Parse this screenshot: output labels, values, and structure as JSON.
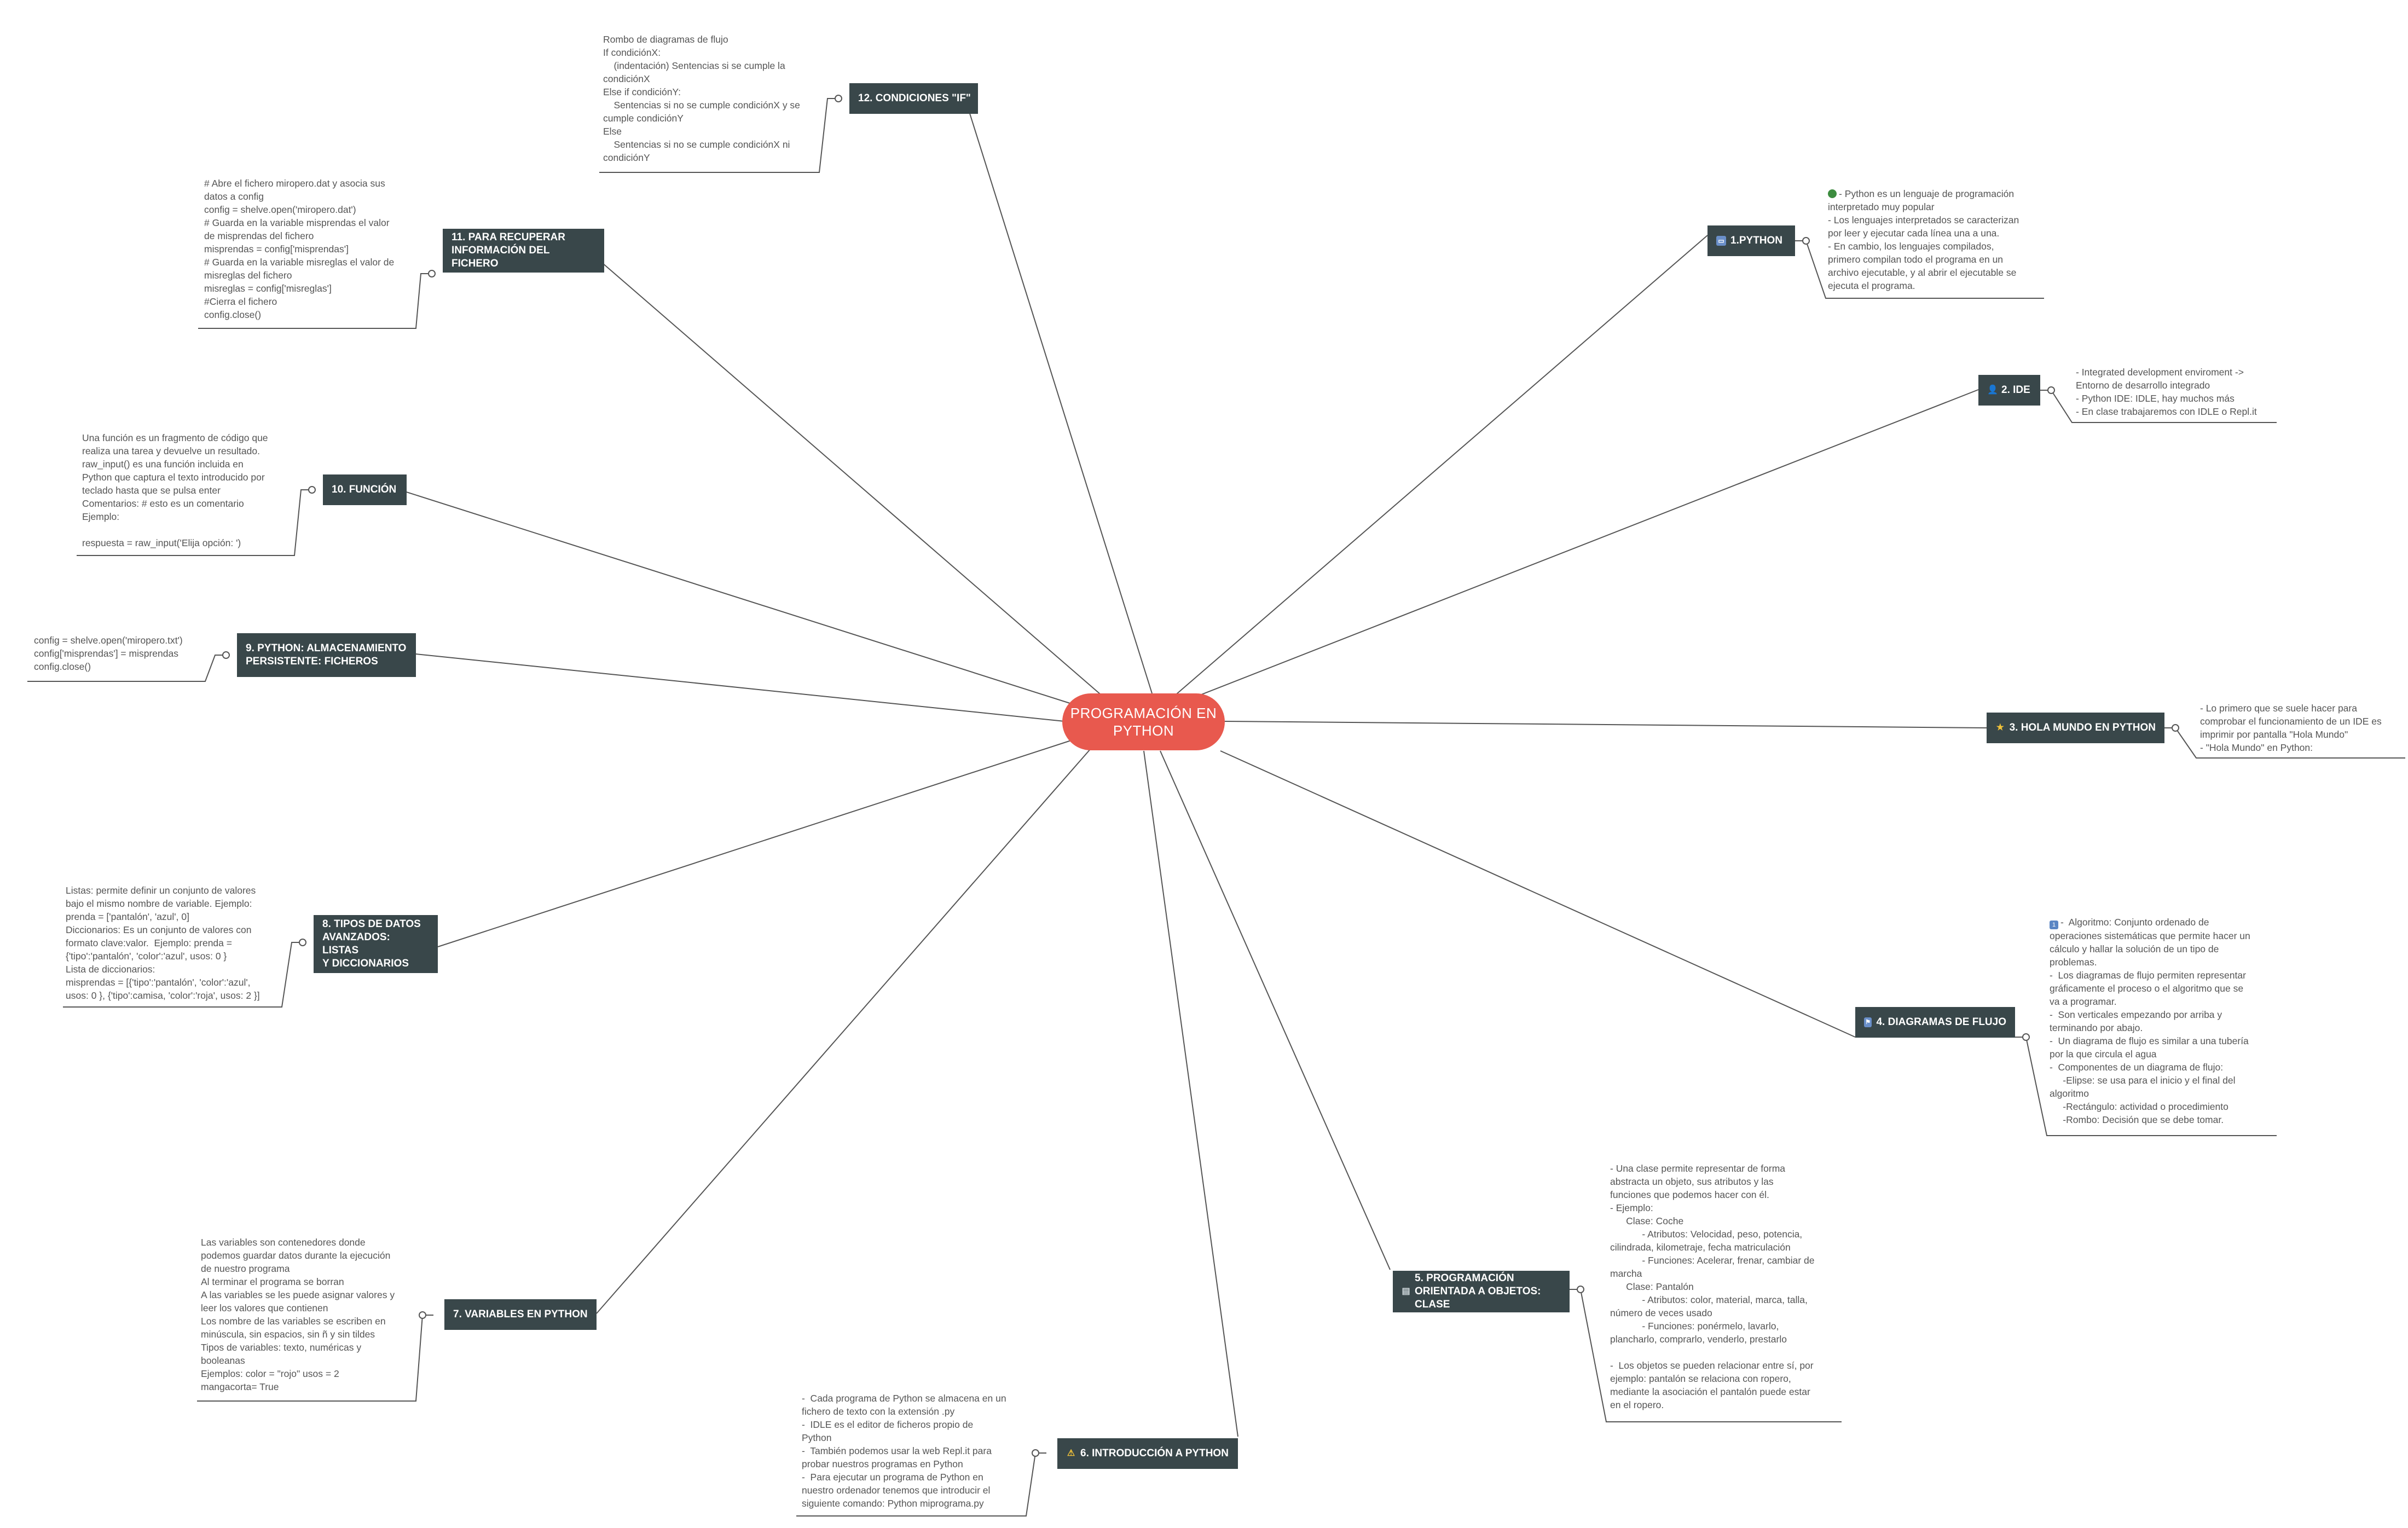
{
  "central": {
    "label": "PROGRAMACIÓN EN\nPYTHON",
    "color": "#e8594e"
  },
  "topic_color": "#39474a",
  "topics": [
    {
      "id": "python",
      "icon": "screen-icon",
      "label": "1.PYTHON",
      "note": "- Python es un lenguaje de programación\ninterpretado muy popular\n- Los lenguajes interpretados se caracterizan\npor leer y ejecutar cada línea una a una.\n- En cambio, los lenguajes compilados,\nprimero compilan todo el programa en un\narchivo ejecutable, y al abrir el ejecutable se\nejecuta el programa."
    },
    {
      "id": "ide",
      "icon": "person-icon",
      "label": "2. IDE",
      "note": "- Integrated development enviroment ->\nEntorno de desarrollo integrado\n- Python IDE: IDLE, hay muchos más\n- En clase trabajaremos con IDLE o Repl.it"
    },
    {
      "id": "hola",
      "icon": "star-icon",
      "label": "3. HOLA MUNDO EN PYTHON",
      "note": "- Lo primero que se suele hacer para\ncomprobar el funcionamiento de un IDE es\nimprimir por pantalla \"Hola Mundo\"\n- \"Hola Mundo\" en Python:"
    },
    {
      "id": "diagramas",
      "icon": "flag-icon",
      "label": "4. DIAGRAMAS DE FLUJO",
      "note": "-  Algoritmo: Conjunto ordenado de\noperaciones sistemáticas que permite hacer un\ncálculo y hallar la solución de un tipo de\nproblemas.\n-  Los diagramas de flujo permiten representar\ngráficamente el proceso o el algoritmo que se\nva a programar.\n-  Son verticales empezando por arriba y\nterminando por abajo.\n-  Un diagrama de flujo es similar a una tubería\npor la que circula el agua\n-  Componentes de un diagrama de flujo:\n     -Elipse: se usa para el inicio y el final del\nalgoritmo\n     -Rectángulo: actividad o procedimiento\n     -Rombo: Decisión que se debe tomar."
    },
    {
      "id": "poo",
      "icon": "document-icon",
      "label": "5. PROGRAMACIÓN\nORIENTADA A OBJETOS: CLASE",
      "note": "- Una clase permite representar de forma\nabstracta un objeto, sus atributos y las\nfunciones que podemos hacer con él.\n- Ejemplo:\n      Clase: Coche\n            - Atributos: Velocidad, peso, potencia,\ncilindrada, kilometraje, fecha matriculación\n            - Funciones: Acelerar, frenar, cambiar de\nmarcha\n      Clase: Pantalón\n            - Atributos: color, material, marca, talla,\nnúmero de veces usado\n            - Funciones: ponérmelo, lavarlo,\nplancharlo, comprarlo, venderlo, prestarlo\n\n-  Los objetos se pueden relacionar entre sí, por\nejemplo: pantalón se relaciona con ropero,\nmediante la asociación el pantalón puede estar\nen el ropero."
    },
    {
      "id": "intro",
      "icon": "warning-icon",
      "label": "6. INTRODUCCIÓN A PYTHON",
      "note": "-  Cada programa de Python se almacena en un\nfichero de texto con la extensión .py\n-  IDLE es el editor de ficheros propio de\nPython\n-  También podemos usar la web Repl.it para\nprobar nuestros programas en Python\n-  Para ejecutar un programa de Python en\nnuestro ordenador tenemos que introducir el\nsiguiente comando: Python miprograma.py"
    },
    {
      "id": "variables",
      "icon": "",
      "label": "7. VARIABLES EN PYTHON",
      "note": "Las variables son contenedores donde\npodemos guardar datos durante la ejecución\nde nuestro programa\nAl terminar el programa se borran\nA las variables se les puede asignar valores y\nleer los valores que contienen\nLos nombre de las variables se escriben en\nminúscula, sin espacios, sin ñ y sin tildes\nTipos de variables: texto, numéricas y\nbooleanas\nEjemplos: color = \"rojo\" usos = 2\nmangacorta= True"
    },
    {
      "id": "tipos",
      "icon": "",
      "label": "8. TIPOS DE DATOS\nAVANZADOS: LISTAS\nY DICCIONARIOS",
      "note": "Listas: permite definir un conjunto de valores\nbajo el mismo nombre de variable. Ejemplo:\nprenda = ['pantalón', 'azul', 0]\nDiccionarios: Es un conjunto de valores con\nformato clave:valor.  Ejemplo: prenda =\n{'tipo':'pantalón', 'color':'azul', usos: 0 }\nLista de diccionarios:\nmisprendas = [{'tipo':'pantalón', 'color':'azul',\nusos: 0 }, {'tipo':camisa, 'color':'roja', usos: 2 }]"
    },
    {
      "id": "ficheros",
      "icon": "",
      "label": "9. PYTHON: ALMACENAMIENTO\nPERSISTENTE: FICHEROS",
      "note": "config = shelve.open('miropero.txt')\nconfig['misprendas'] = misprendas\nconfig.close()"
    },
    {
      "id": "funcion",
      "icon": "",
      "label": "10. FUNCIÓN",
      "note": "Una función es un fragmento de código que\nrealiza una tarea y devuelve un resultado.\nraw_input() es una función incluida en\nPython que captura el texto introducido por\nteclado hasta que se pulsa enter\nComentarios: # esto es un comentario\nEjemplo:\n\nrespuesta = raw_input('Elija opción: ')"
    },
    {
      "id": "recuperar",
      "icon": "",
      "label": "11. PARA RECUPERAR\nINFORMACIÓN DEL FICHERO",
      "note": "# Abre el fichero miropero.dat y asocia sus\ndatos a config\nconfig = shelve.open('miropero.dat')\n# Guarda en la variable misprendas el valor\nde misprendas del fichero\nmisprendas = config['misprendas']\n# Guarda en la variable misreglas el valor de\nmisreglas del fichero\nmisreglas = config['misreglas']\n#Cierra el fichero\nconfig.close()"
    },
    {
      "id": "condiciones",
      "icon": "",
      "label": "12. CONDICIONES \"IF\"",
      "note": "Rombo de diagramas de flujo\nIf condiciónX:\n    (indentación) Sentencias si se cumple la\ncondiciónX\nElse if condiciónY:\n    Sentencias si no se cumple condiciónX y se\ncumple condiciónY\nElse\n    Sentencias si no se cumple condiciónX ni\ncondiciónY"
    }
  ]
}
